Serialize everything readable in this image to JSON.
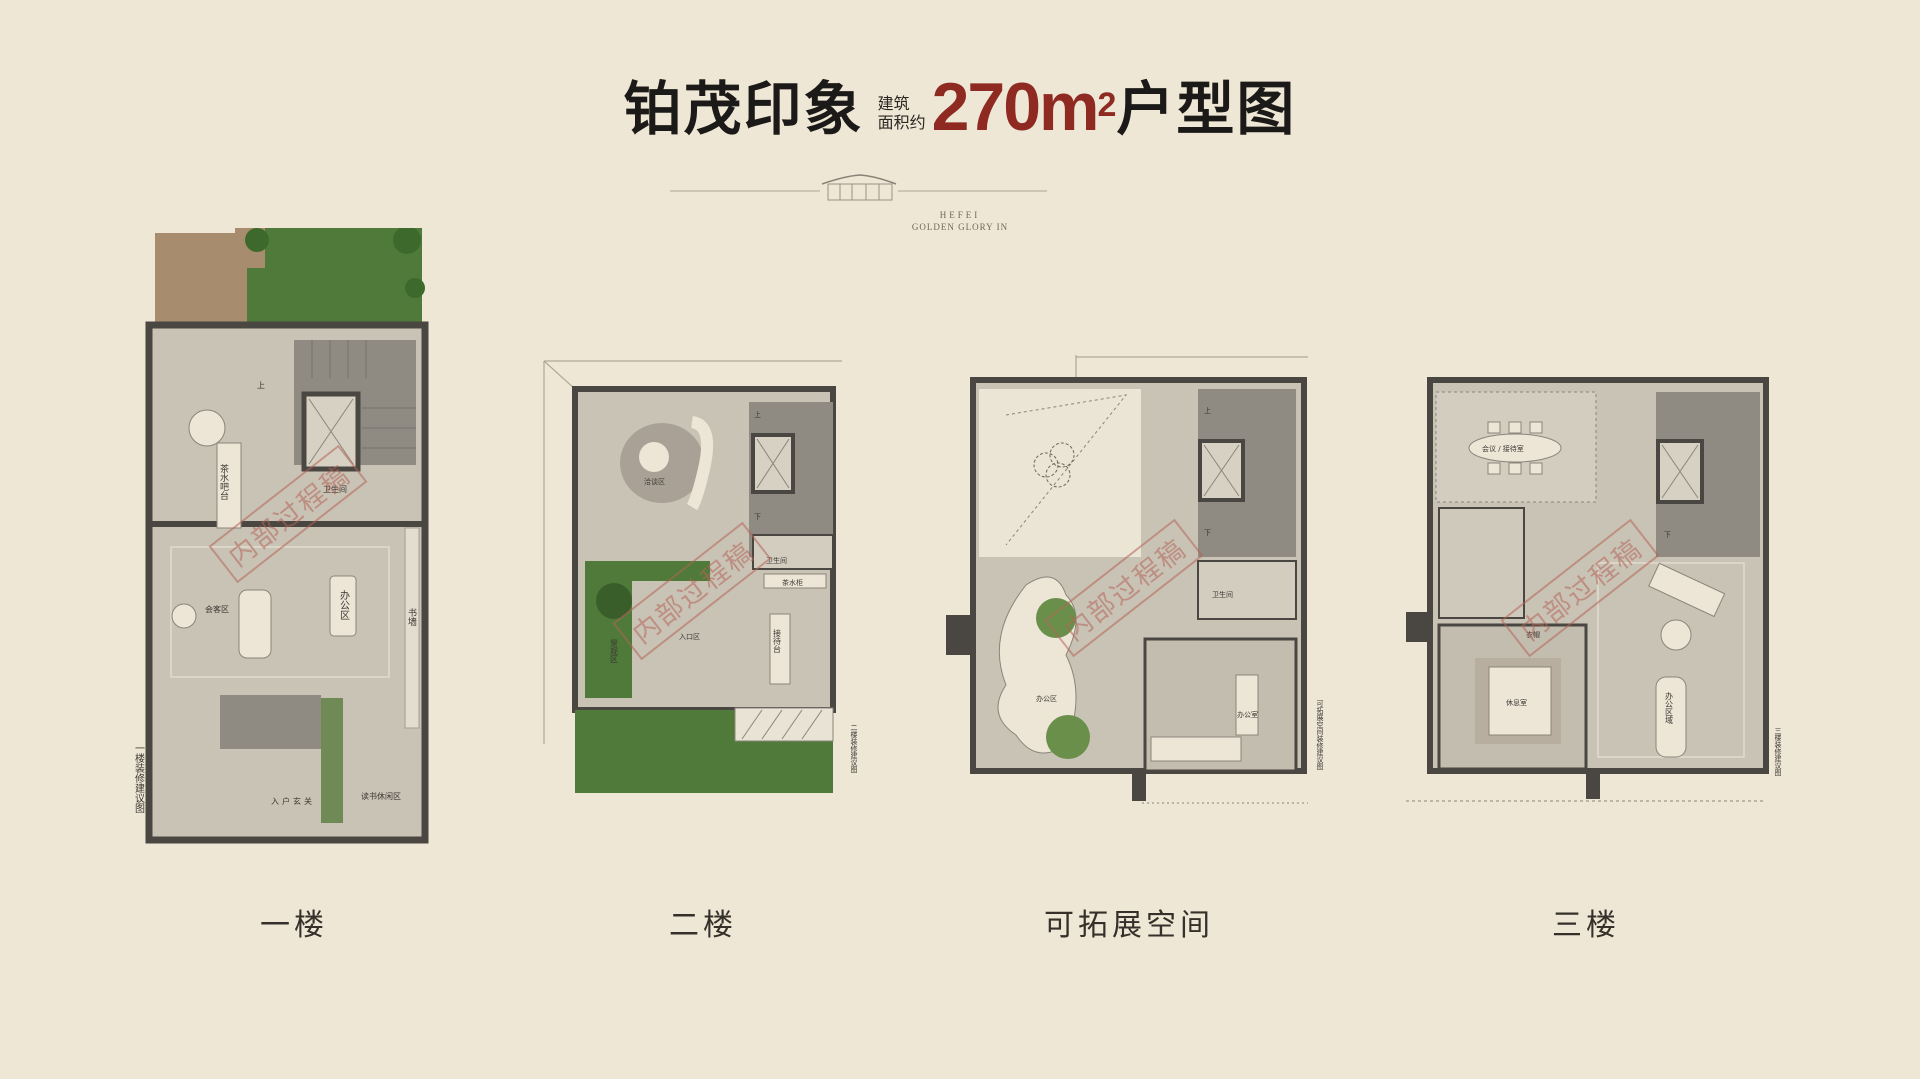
{
  "header": {
    "title_main": "铂茂印象",
    "area_label_line1": "建筑",
    "area_label_line2": "面积约",
    "area_value": "270m",
    "area_unit_sup": "2",
    "title_suffix": "户型图"
  },
  "logo": {
    "line1": "HEFEI",
    "line2": "GOLDEN GLORY IN"
  },
  "watermark": "内部过程稿",
  "colors": {
    "background": "#efe7d6",
    "accent": "#8e2a22",
    "wall": "#4a4641",
    "floor": "#c9c3b5",
    "lawn": "#4f7a3a"
  },
  "plans": [
    {
      "label": "一楼",
      "side_note": "一楼装修建议图",
      "rooms": {
        "tea_bar": "茶水吧台",
        "bathroom": "卫生间",
        "lounge": "会客区",
        "office": "办公区",
        "book_wall": "书墙",
        "entrance": "入户玄关",
        "reading": "读书休闲区",
        "up": "上"
      }
    },
    {
      "label": "二楼",
      "side_note": "二楼装修建议图",
      "rooms": {
        "meeting": "洽谈区",
        "bathroom": "卫生间",
        "tea_cabinet": "茶水柜",
        "entry": "入口区",
        "reception": "接待台",
        "landscape": "景观区",
        "down": "下",
        "up": "上"
      }
    },
    {
      "label": "可拓展空间",
      "side_note": "可拓展空间装修建议图",
      "rooms": {
        "office_area": "办公区",
        "bathroom": "卫生间",
        "office_room": "办公室",
        "up": "上",
        "down": "下"
      }
    },
    {
      "label": "三楼",
      "side_note": "三楼装修建议图",
      "rooms": {
        "meeting": "会议 / 接待室",
        "rest": "休息室",
        "closet": "衣帽",
        "office_area": "办公区域",
        "down": "下"
      }
    }
  ]
}
